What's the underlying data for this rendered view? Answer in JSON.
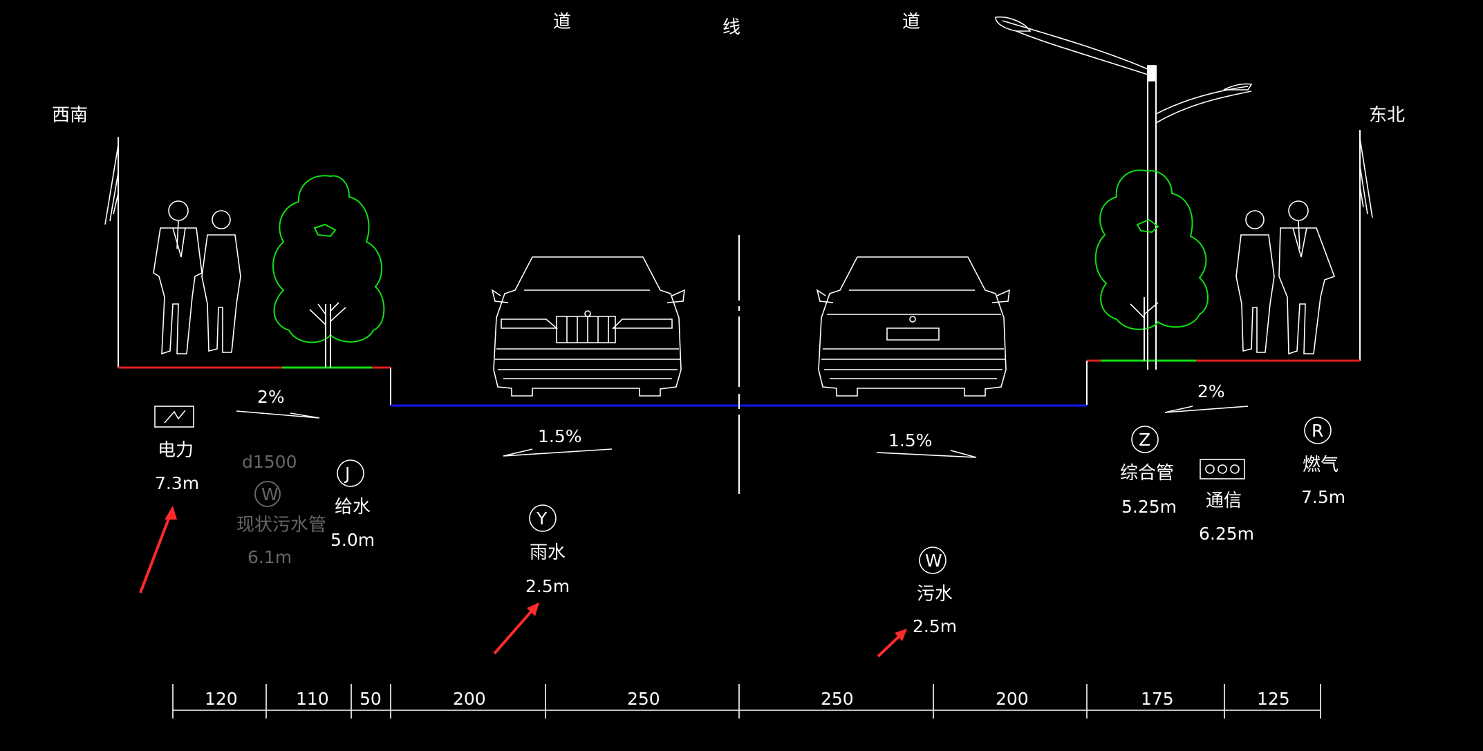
{
  "title_chars": [
    "道",
    "线",
    "道"
  ],
  "direction_left": "西南",
  "direction_right": "东北",
  "slopes": {
    "left_sidewalk": "2%",
    "left_lane": "1.5%",
    "right_lane": "1.5%",
    "right_sidewalk": "2%"
  },
  "utilities": {
    "power": {
      "name": "电力",
      "depth": "7.3m"
    },
    "existing_sewer": {
      "size": "d1500",
      "symbol": "W",
      "name": "现状污水管",
      "depth": "6.1m"
    },
    "water_supply": {
      "symbol": "J",
      "name": "给水",
      "depth": "5.0m"
    },
    "rain": {
      "symbol": "Y",
      "name": "雨水",
      "depth": "2.5m"
    },
    "sewage": {
      "symbol": "W",
      "name": "污水",
      "depth": "2.5m"
    },
    "utility_tunnel": {
      "symbol": "Z",
      "name": "综合管",
      "depth": "5.25m"
    },
    "telecom": {
      "name": "通信",
      "depth": "6.25m"
    },
    "gas": {
      "symbol": "R",
      "name": "燃气",
      "depth": "7.5m"
    }
  },
  "dimensions": [
    "120",
    "110",
    "50",
    "200",
    "250",
    "250",
    "200",
    "175",
    "125"
  ],
  "colors": {
    "background": "#000000",
    "lines": "#ffffff",
    "tree": "#11e011",
    "road_surface": "#1515ff",
    "sidewalk": "#e02020",
    "annotation_arrow": "#ff2a2a",
    "existing": "#666666"
  }
}
